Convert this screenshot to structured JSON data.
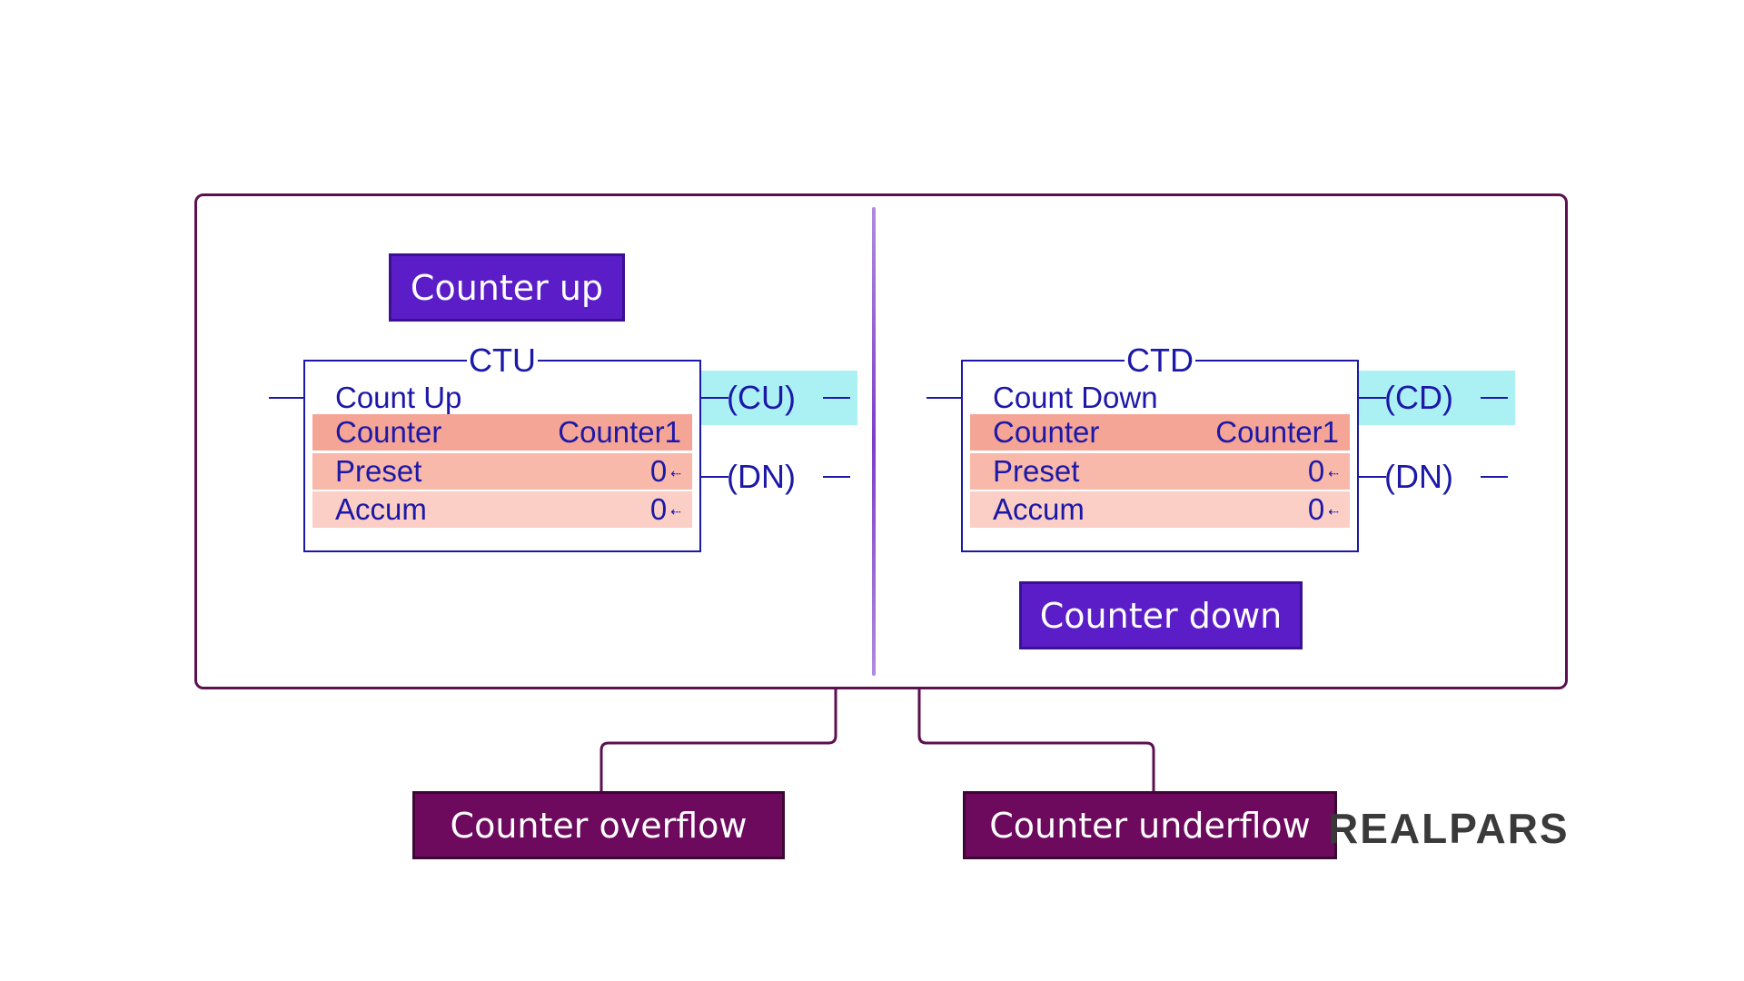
{
  "labels": {
    "counter_up": "Counter up",
    "counter_down": "Counter down",
    "counter_overflow": "Counter overflow",
    "counter_underflow": "Counter underflow"
  },
  "ctu": {
    "title": "CTU",
    "description": "Count Up",
    "rows": [
      {
        "name": "Counter",
        "value": "Counter1"
      },
      {
        "name": "Preset",
        "value": "0"
      },
      {
        "name": "Accum",
        "value": "0"
      }
    ],
    "coils": [
      "CU",
      "DN"
    ]
  },
  "ctd": {
    "title": "CTD",
    "description": "Count Down",
    "rows": [
      {
        "name": "Counter",
        "value": "Counter1"
      },
      {
        "name": "Preset",
        "value": "0"
      },
      {
        "name": "Accum",
        "value": "0"
      }
    ],
    "coils": [
      "CD",
      "DN"
    ]
  },
  "logo": {
    "text": "REALPARS"
  },
  "colors": {
    "frame": "#5c1050",
    "label_purple": "#5b1dc7",
    "label_plum": "#6d0a5e",
    "ladder_blue": "#1c18a8",
    "highlight_cyan": "#abf1f3",
    "row_salmon": "#f4a596"
  }
}
